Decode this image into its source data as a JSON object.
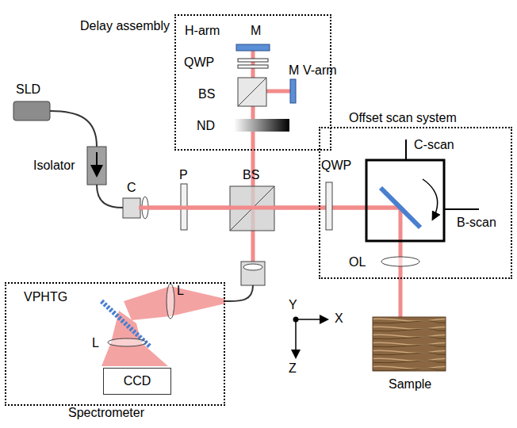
{
  "diagram": {
    "nodes": [
      {
        "text": [
          "Delay assembly"
        ]
      },
      {
        "text": [
          "Offset scan system"
        ]
      },
      {
        "text": [
          "Spectrometer"
        ]
      },
      {
        "text": [
          "CCD"
        ],
        "in": 2
      }
    ],
    "labels": [
      "M",
      "H-arm",
      "QWP",
      "BS",
      "M",
      "V-arm",
      "ND",
      "SLD",
      "Isolator",
      "C",
      "P",
      "BS",
      "QWP",
      "C-scan",
      "B-scan",
      "OL",
      "VPHTG",
      "L",
      "L",
      "Y",
      "X",
      "Z",
      "Sample"
    ]
  }
}
